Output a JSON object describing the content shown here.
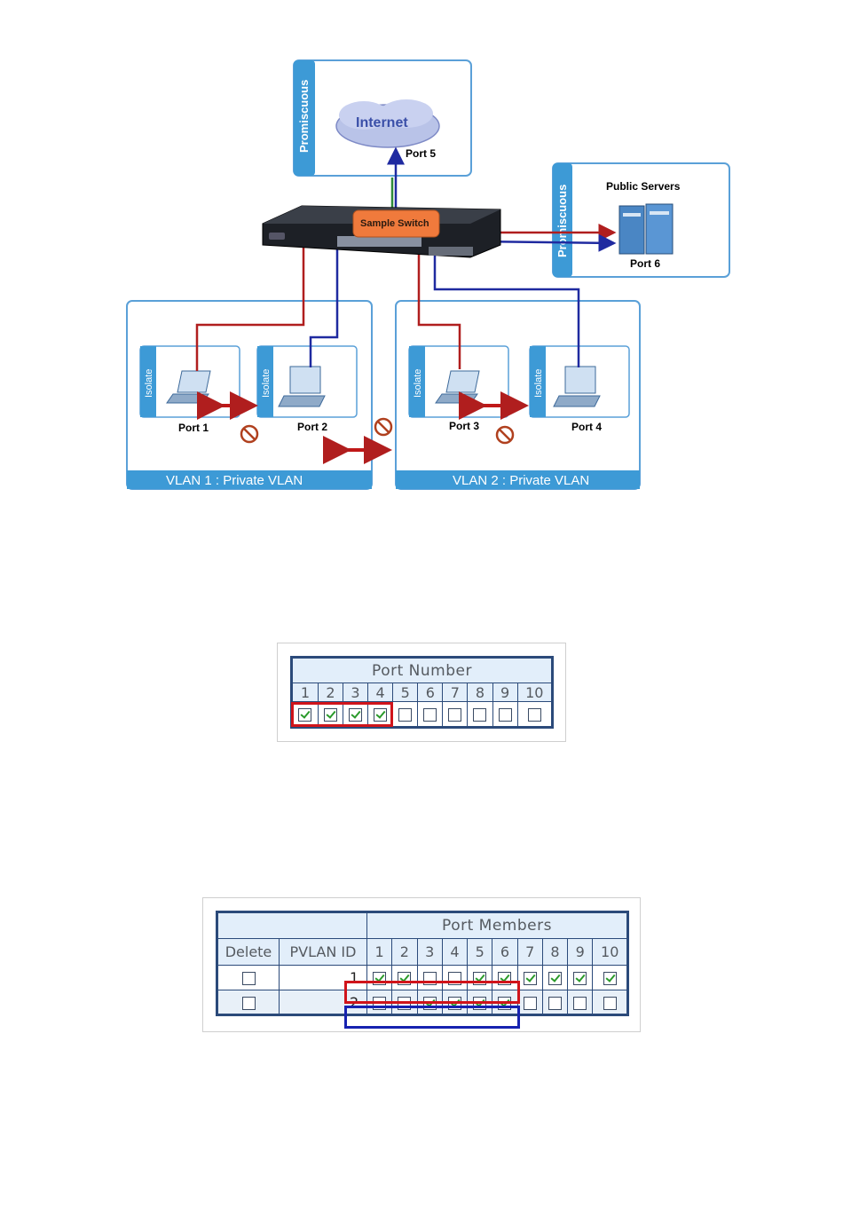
{
  "diagram": {
    "promiscuous_label": "Promiscuous",
    "internet_label": "Internet",
    "port5_label": "Port 5",
    "public_servers_label": "Public Servers",
    "port6_label": "Port 6",
    "switch_label": "Sample Switch",
    "isolate_label": "Isolate",
    "port1_label": "Port 1",
    "port2_label": "Port 2",
    "port3_label": "Port 3",
    "port4_label": "Port 4",
    "vlan1_label": "VLAN 1 : Private VLAN",
    "vlan2_label": "VLAN 2 : Private VLAN",
    "colors": {
      "red_link": "#b01e1e",
      "blue_link": "#1f2aa0",
      "panel_border": "#5aa0d8",
      "banner": "#3d9ad6",
      "switch_badge": "#f07a3c"
    }
  },
  "port_table": {
    "title": "Port Number",
    "ports": [
      "1",
      "2",
      "3",
      "4",
      "5",
      "6",
      "7",
      "8",
      "9",
      "10"
    ],
    "checked": [
      true,
      true,
      true,
      true,
      false,
      false,
      false,
      false,
      false,
      false
    ]
  },
  "pvlan_table": {
    "port_members_title": "Port Members",
    "delete_header": "Delete",
    "pvlan_id_header": "PVLAN ID",
    "ports": [
      "1",
      "2",
      "3",
      "4",
      "5",
      "6",
      "7",
      "8",
      "9",
      "10"
    ],
    "rows": [
      {
        "id": "1",
        "members": [
          true,
          true,
          false,
          false,
          true,
          true,
          true,
          true,
          true,
          true
        ]
      },
      {
        "id": "2",
        "members": [
          false,
          false,
          true,
          true,
          true,
          true,
          false,
          false,
          false,
          false
        ]
      }
    ]
  }
}
